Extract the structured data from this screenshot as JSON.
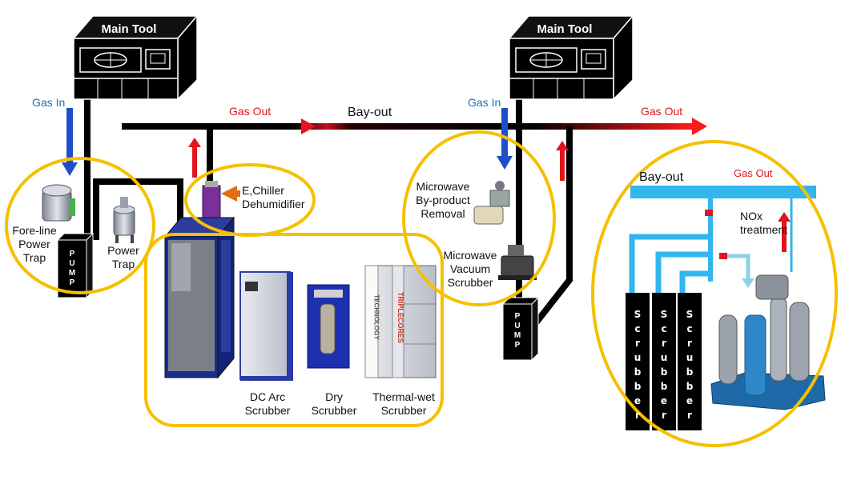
{
  "main_tool_left": {
    "title": "Main Tool"
  },
  "main_tool_right": {
    "title": "Main Tool"
  },
  "labels": {
    "gas_in_left": "Gas In",
    "gas_in_right": "Gas In",
    "gas_out_1": "Gas Out",
    "gas_out_2": "Gas Out",
    "gas_out_3": "Gas Out",
    "bay_out_main": "Bay-out",
    "bay_out_right": "Bay-out",
    "foreline_trap": "Fore-line\nPower\nTrap",
    "power_trap": "Power\nTrap",
    "chiller": "E,Chiller\nDehumidifier",
    "dc_arc": "DC Arc\nScrubber",
    "dry": "Dry\nScrubber",
    "thermal_wet": "Thermal-wet\nScrubber",
    "mw_byproduct": "Microwave\nBy-product\nRemoval",
    "mw_vacuum": "Microwave\nVacuum\nScrubber",
    "nox": "NOx\ntreatment",
    "pump": "P\nU\nM\nP",
    "scrubber": "S\nc\nr\nu\nb\nb\ne\nr",
    "brand_text": "TRIPLECORES",
    "brand_text2": "TECHNOLOGY"
  },
  "colors": {
    "highlight_ring": "#f5c000",
    "gas_in_arrow": "#1f4fc8",
    "gas_out_arrow": "#e0151f",
    "bay_line_light": "#33b5ee",
    "equipment_blue": "#1b2d8c"
  }
}
